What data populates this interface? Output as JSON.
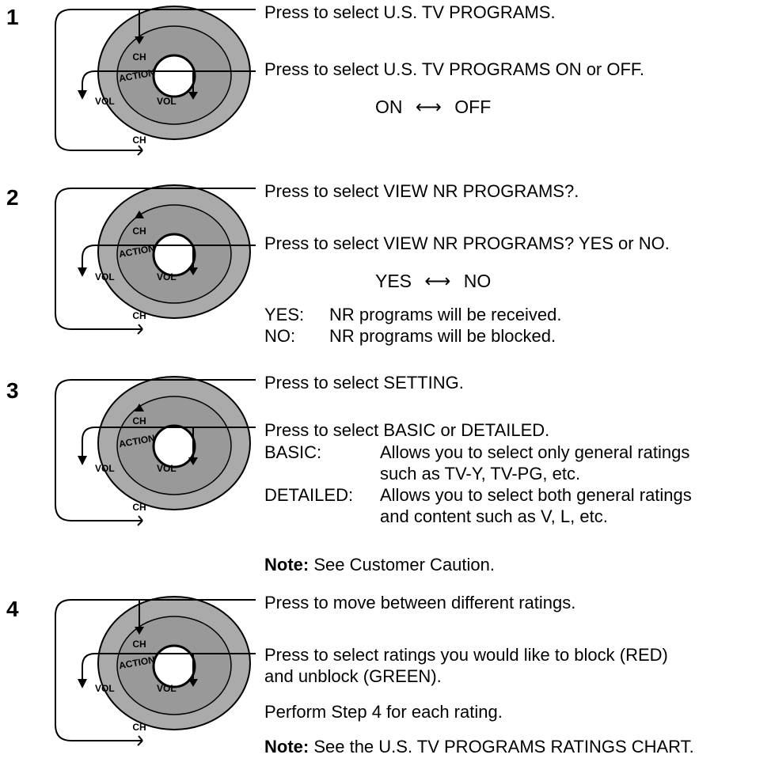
{
  "remote_labels": {
    "ch_top": "CH",
    "ch_bottom": "CH",
    "vol_left": "VOL",
    "vol_right": "VOL",
    "action": "ACTION"
  },
  "step1": {
    "number": "1",
    "line_up": "Press to select U.S. TV PROGRAMS.",
    "line_side": "Press to select U.S. TV PROGRAMS ON or OFF.",
    "toggle_left": "ON",
    "toggle_arrow": "⟷",
    "toggle_right": "OFF"
  },
  "step2": {
    "number": "2",
    "line_up": "Press to select VIEW NR PROGRAMS?.",
    "line_side": "Press to select VIEW NR PROGRAMS? YES or NO.",
    "toggle_left": "YES",
    "toggle_arrow": "⟷",
    "toggle_right": "NO",
    "defs": [
      {
        "term": "YES:",
        "desc": "NR  programs will be received."
      },
      {
        "term": "NO:",
        "desc": "NR  programs will be blocked."
      }
    ]
  },
  "step3": {
    "number": "3",
    "line_up": "Press to select SETTING.",
    "line_side": "Press to select BASIC or DETAILED.",
    "defs": [
      {
        "term": "BASIC:",
        "desc1": "Allows you to select only general ratings",
        "desc2": "such as TV-Y, TV-PG, etc."
      },
      {
        "term": "DETAILED:",
        "desc1": "Allows you to select both general ratings",
        "desc2": "and content such as V, L, etc."
      }
    ],
    "note_label": "Note:",
    "note_text": " See Customer Caution."
  },
  "step4": {
    "number": "4",
    "line_up": "Press to move between different ratings.",
    "line_side_1": "Press to select ratings you would like to block (RED)",
    "line_side_2": "and unblock (GREEN).",
    "perform": "Perform Step 4 for each rating.",
    "note_label": "Note:",
    "note_text": " See the U.S. TV PROGRAMS RATINGS CHART."
  }
}
